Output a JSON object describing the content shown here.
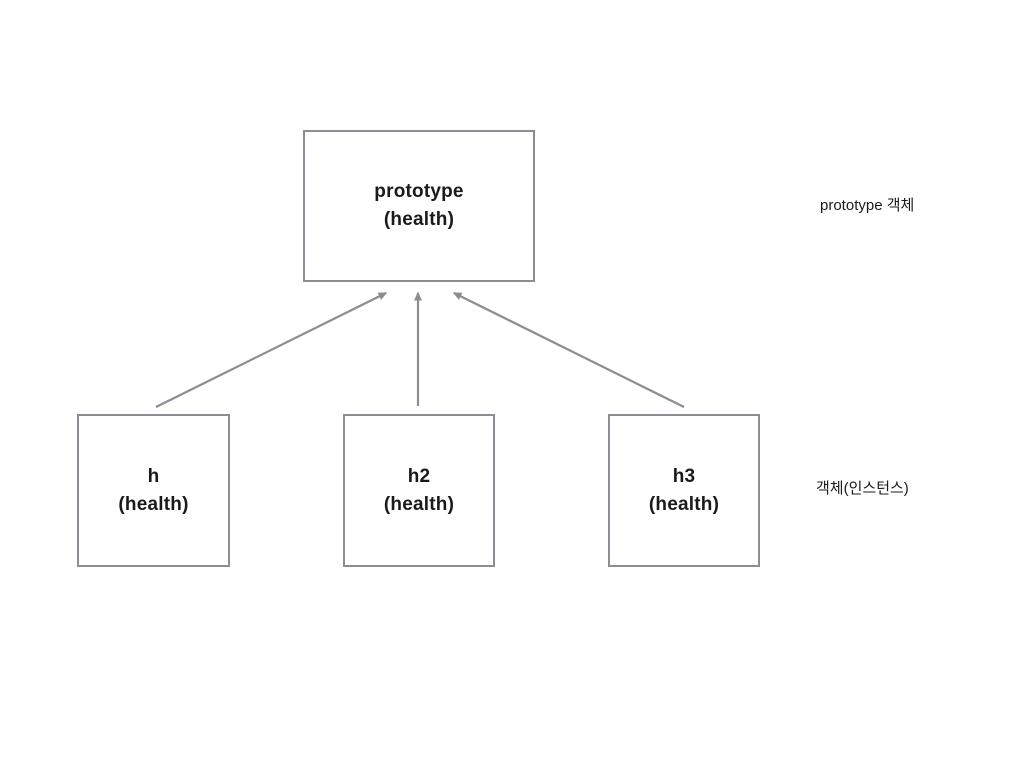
{
  "diagram": {
    "type": "prototype-chain-diagram",
    "nodes": {
      "prototype": {
        "line1": "prototype",
        "line2": "(health)"
      },
      "h": {
        "line1": "h",
        "line2": "(health)"
      },
      "h2": {
        "line1": "h2",
        "line2": "(health)"
      },
      "h3": {
        "line1": "h3",
        "line2": "(health)"
      }
    },
    "annotations": {
      "prototype_label": "prototype 객체",
      "instances_label": "객체(인스턴스)"
    },
    "edges": [
      {
        "from": "h",
        "to": "prototype"
      },
      {
        "from": "h2",
        "to": "prototype"
      },
      {
        "from": "h3",
        "to": "prototype"
      }
    ],
    "colors": {
      "background": "#ffffff",
      "box_border": "#8b8e94",
      "arrow": "#8a8d92",
      "text": "#1a1a1a"
    }
  }
}
